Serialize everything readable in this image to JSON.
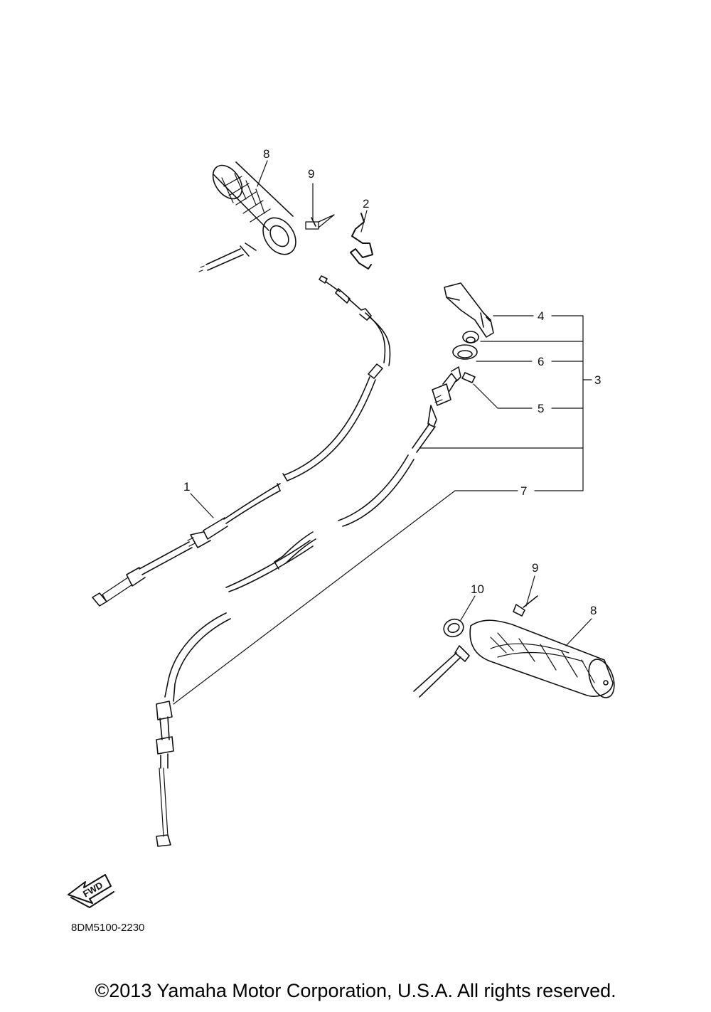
{
  "callouts": {
    "c1": "1",
    "c2": "2",
    "c3": "3",
    "c4": "4",
    "c5": "5",
    "c6": "6",
    "c7": "7",
    "c8_top": "8",
    "c8_bottom": "8",
    "c9_top": "9",
    "c9_bottom": "9",
    "c10": "10"
  },
  "fwd_label": "FWD",
  "part_code": "8DM5100-2230",
  "copyright": "©2013 Yamaha Motor Corporation, U.S.A. All rights reserved.",
  "colors": {
    "ink": "#111111",
    "background": "#ffffff"
  }
}
